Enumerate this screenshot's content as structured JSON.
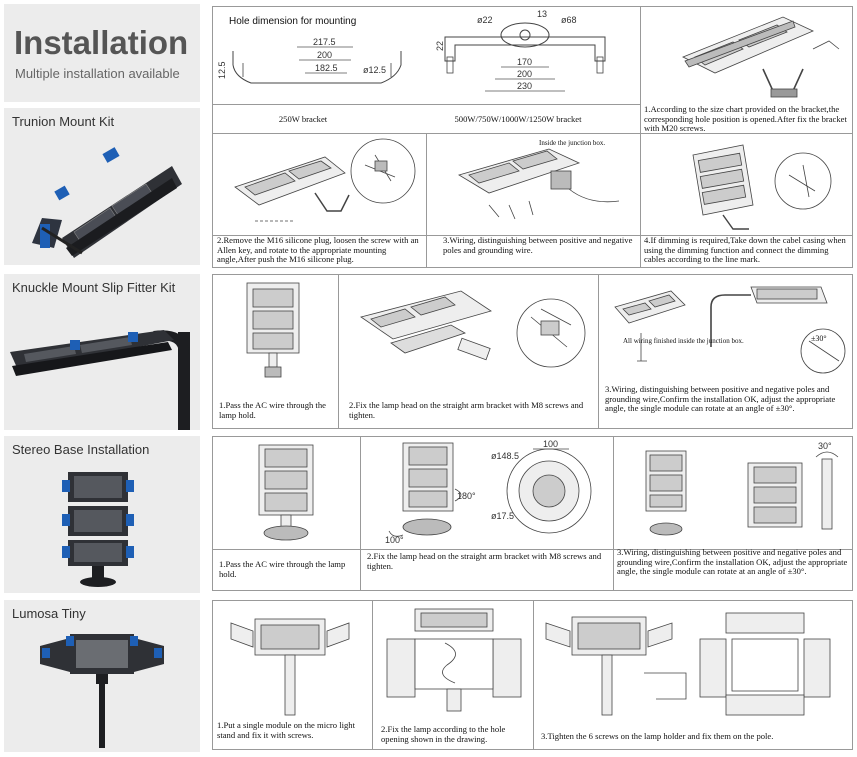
{
  "header": {
    "title": "Installation",
    "subtitle": "Multiple installation available"
  },
  "sections": [
    {
      "label": "Trunion Mount Kit"
    },
    {
      "label": "Knuckle Mount Slip Fitter Kit"
    },
    {
      "label": "Stereo Base Installation"
    },
    {
      "label": "Lumosa Tiny"
    }
  ],
  "trunion": {
    "hole_title": "Hole dimension for mounting",
    "dims_250": [
      "217.5",
      "200",
      "182.5",
      "12.5",
      "ø12.5"
    ],
    "dims_500": [
      "ø22",
      "13",
      "ø68",
      "22",
      "170",
      "200",
      "230"
    ],
    "label_250": "250W bracket",
    "label_500": "500W/750W/1000W/1250W bracket",
    "step1": "1.According to the size chart provided on the bracket,the corresponding hole position is opened.After fix the bracket with M20 screws.",
    "step2": "2.Remove the M16 silicone plug, loosen the screw with an Allen key, and rotate to the appropriate mounting angle,After push the M16 silicone plug.",
    "step3": "3.Wiring, distinguishing between positive and negative poles and grounding wire.",
    "step4": "4.If dimming is required,Take down the cabel casing when using the dimming function and connect the dimming cables according to the line mark.",
    "junction_note": "Inside the junction box."
  },
  "knuckle": {
    "step1": "1.Pass the AC wire through the lamp hold.",
    "step2": "2.Fix the lamp head on the straight arm bracket with M8 screws and tighten.",
    "step3": "3.Wiring, distinguishing between positive and negative poles and grounding wire,Confirm the installation OK, adjust the appropriate angle, the single module can rotate at an angle of ±30°.",
    "note": "All wiring finished inside the junction box.",
    "angle": "±30°"
  },
  "stereo": {
    "step1": "1.Pass the AC wire through the lamp hold.",
    "step2": "2.Fix the lamp head on the straight arm bracket with M8 screws and tighten.",
    "step3": "3.Wiring, distinguishing between positive and negative poles and grounding wire,Confirm the installation OK, adjust the appropriate angle, the single module can rotate at an angle of ±30°.",
    "angle_180": "180°",
    "angle_100": "100°",
    "dim_100": "100",
    "dim_148": "ø148.5",
    "dim_17": "ø17.5",
    "angle_30": "30°"
  },
  "lumosa": {
    "step1": "1.Put a single module on the micro light stand and fix it with screws.",
    "step2": "2.Fix the lamp according to the hole opening shown in the drawing.",
    "step3": "3.Tighten the 6 screws on the lamp holder and fix them on the pole."
  }
}
